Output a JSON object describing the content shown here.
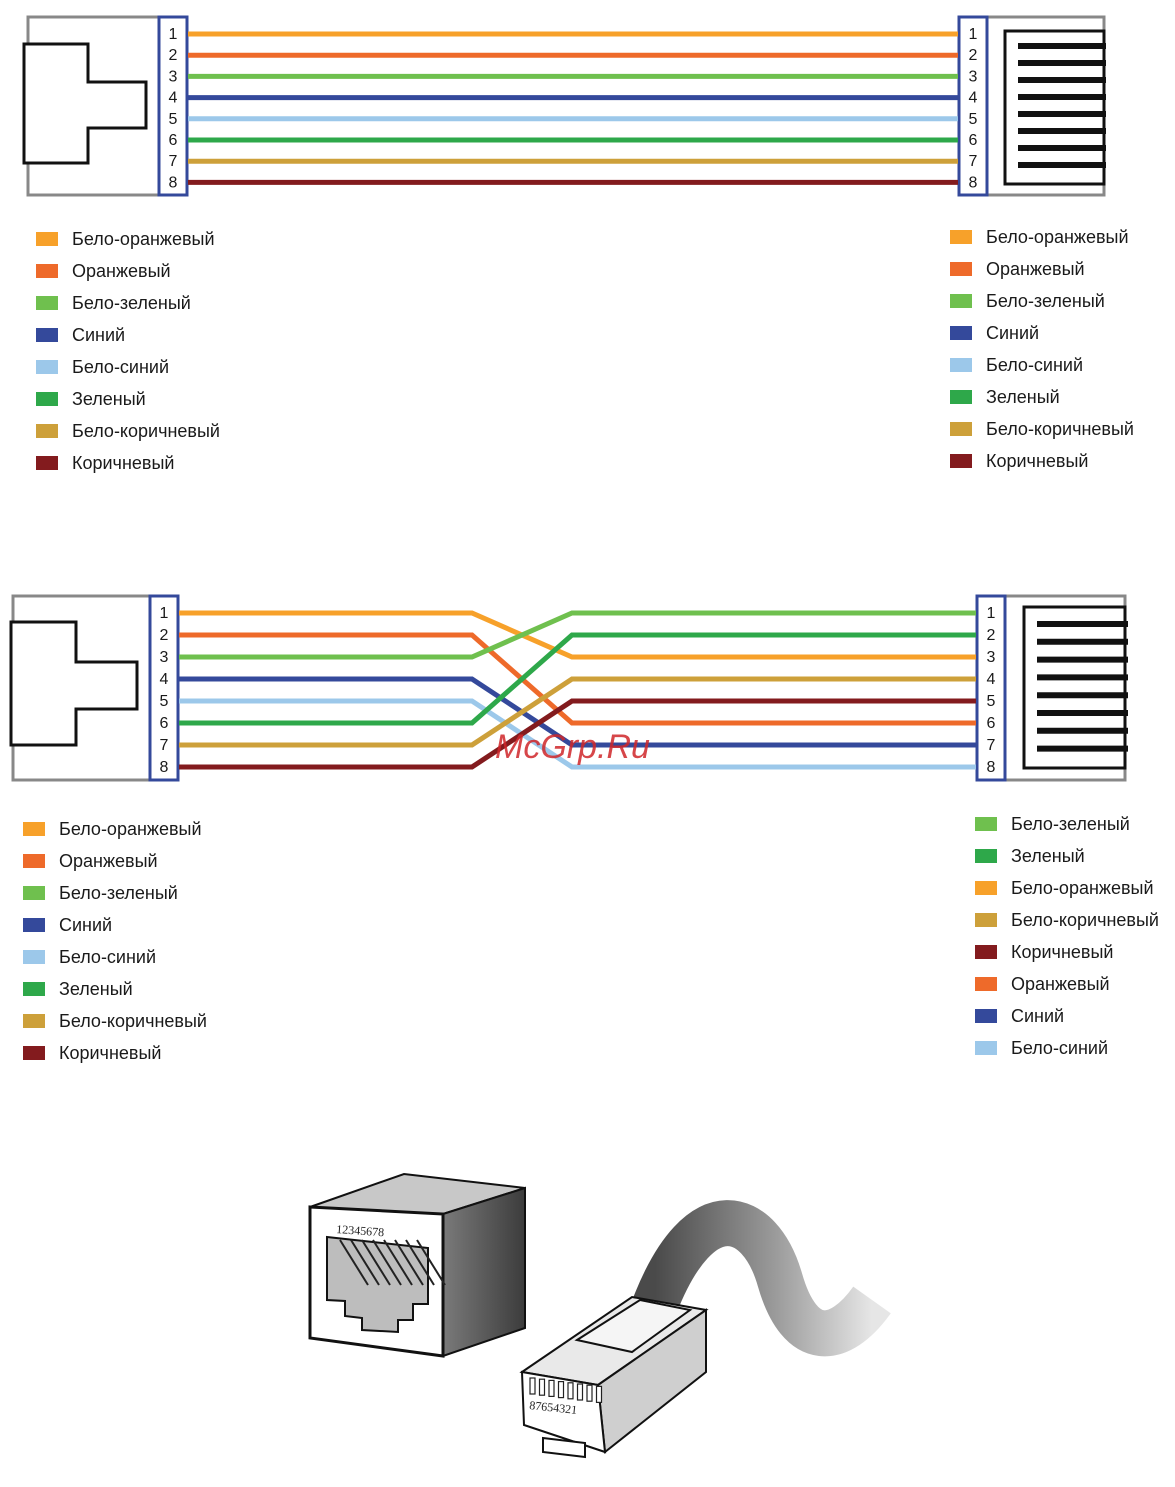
{
  "colors": {
    "white_orange": "#f7a12a",
    "orange": "#ee6a2a",
    "white_green": "#6fc04e",
    "blue": "#34499b",
    "white_blue": "#9cc8ea",
    "green": "#2ea84a",
    "white_brown": "#cda03a",
    "brown": "#831b1e",
    "pin_frame": "#34499b",
    "connector_frame": "#888888"
  },
  "pin_numbers": [
    "1",
    "2",
    "3",
    "4",
    "5",
    "6",
    "7",
    "8"
  ],
  "straight": {
    "wires_left_to_right": [
      1,
      2,
      3,
      4,
      5,
      6,
      7,
      8
    ],
    "legend_left": [
      {
        "label": "Бело-оранжевый",
        "color": "white_orange"
      },
      {
        "label": "Оранжевый",
        "color": "orange"
      },
      {
        "label": "Бело-зеленый",
        "color": "white_green"
      },
      {
        "label": "Синий",
        "color": "blue"
      },
      {
        "label": "Бело-синий",
        "color": "white_blue"
      },
      {
        "label": "Зеленый",
        "color": "green"
      },
      {
        "label": "Бело-коричневый",
        "color": "white_brown"
      },
      {
        "label": "Коричневый",
        "color": "brown"
      }
    ],
    "legend_right": [
      {
        "label": "Бело-оранжевый",
        "color": "white_orange"
      },
      {
        "label": "Оранжевый",
        "color": "orange"
      },
      {
        "label": "Бело-зеленый",
        "color": "white_green"
      },
      {
        "label": "Синий",
        "color": "blue"
      },
      {
        "label": "Бело-синий",
        "color": "white_blue"
      },
      {
        "label": "Зеленый",
        "color": "green"
      },
      {
        "label": "Бело-коричневый",
        "color": "white_brown"
      },
      {
        "label": "Коричневый",
        "color": "brown"
      }
    ]
  },
  "crossover": {
    "wires_left_to_right": [
      3,
      6,
      1,
      7,
      8,
      2,
      4,
      5
    ],
    "legend_left": [
      {
        "label": "Бело-оранжевый",
        "color": "white_orange"
      },
      {
        "label": "Оранжевый",
        "color": "orange"
      },
      {
        "label": "Бело-зеленый",
        "color": "white_green"
      },
      {
        "label": "Синий",
        "color": "blue"
      },
      {
        "label": "Бело-синий",
        "color": "white_blue"
      },
      {
        "label": "Зеленый",
        "color": "green"
      },
      {
        "label": "Бело-коричневый",
        "color": "white_brown"
      },
      {
        "label": "Коричневый",
        "color": "brown"
      }
    ],
    "legend_right": [
      {
        "label": "Бело-зеленый",
        "color": "white_green"
      },
      {
        "label": "Зеленый",
        "color": "green"
      },
      {
        "label": "Бело-оранжевый",
        "color": "white_orange"
      },
      {
        "label": "Бело-коричневый",
        "color": "white_brown"
      },
      {
        "label": "Коричневый",
        "color": "brown"
      },
      {
        "label": "Оранжевый",
        "color": "orange"
      },
      {
        "label": "Синий",
        "color": "blue"
      },
      {
        "label": "Бело-синий",
        "color": "white_blue"
      }
    ]
  },
  "watermark": "McGrp.Ru",
  "illustration": {
    "jack_pin_label": "12345678",
    "plug_pin_label": "87654321"
  }
}
